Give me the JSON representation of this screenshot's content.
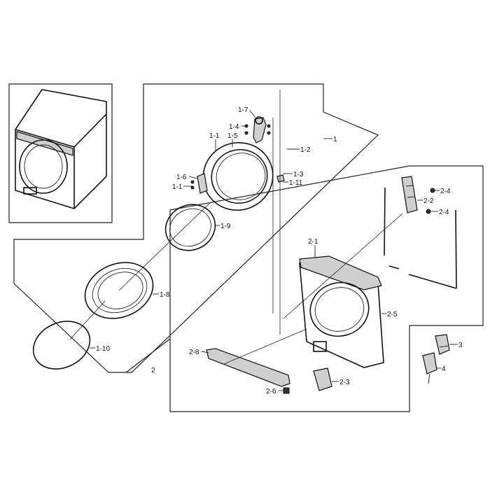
{
  "labels": {
    "l1_7": "1-7",
    "l1_4": "1-4",
    "l1_1a": "1-1",
    "l1_5": "1-5",
    "l1_2": "1-2",
    "l1": "1",
    "l1_6": "1-6",
    "l1_1b": "1-1",
    "l1_3": "1-3",
    "l1_11": "1-11",
    "l1_9": "1-9",
    "l1_8": "1-8",
    "l1_10": "1-10",
    "l2_4a": "2-4",
    "l2_2": "2-2",
    "l2_4b": "2-4",
    "l2_1": "2-1",
    "l2_5": "2-5",
    "l3": "3",
    "l4": "4",
    "l2_8": "2-8",
    "l2": "2",
    "l2_3": "2-3",
    "l2_6": "2-6"
  }
}
